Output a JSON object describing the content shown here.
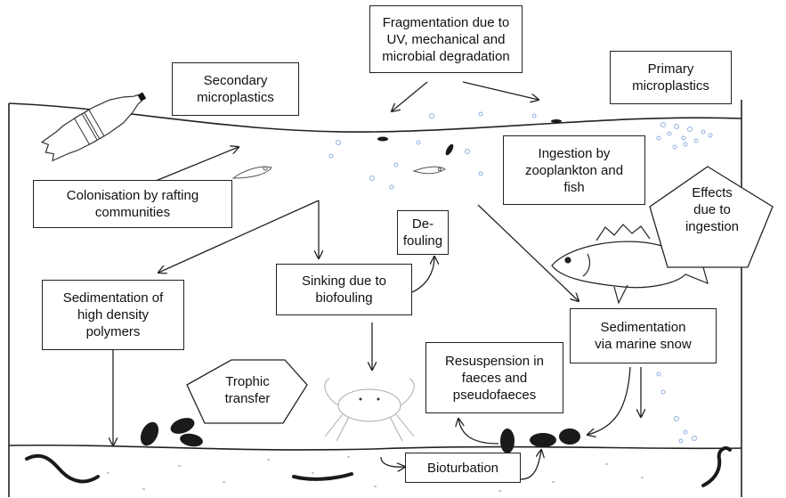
{
  "labels": {
    "fragmentation": "Fragmentation due to\nUV, mechanical and\nmicrobial degradation",
    "secondary": "Secondary\nmicroplastics",
    "primary": "Primary\nmicroplastics",
    "colonisation": "Colonisation by rafting\ncommunities",
    "ingestion": "Ingestion by\nzooplankton and\nfish",
    "effects": "Effects\ndue to\ningestion",
    "defouling": "De-\nfouling",
    "sinking": "Sinking due to\nbiofouling",
    "sedimentation_dense": "Sedimentation of\nhigh density\npolymers",
    "sedimentation_snow": "Sedimentation\nvia marine snow",
    "resuspension": "Resuspension in\nfaeces and\npseudofaeces",
    "trophic": "Trophic\ntransfer",
    "bioturbation": "Bioturbation"
  },
  "colors": {
    "line": "#222222",
    "particle_blue": "#8fb0e0",
    "particle_grey": "#c9c9c9",
    "organism": "#1a1a1a"
  }
}
